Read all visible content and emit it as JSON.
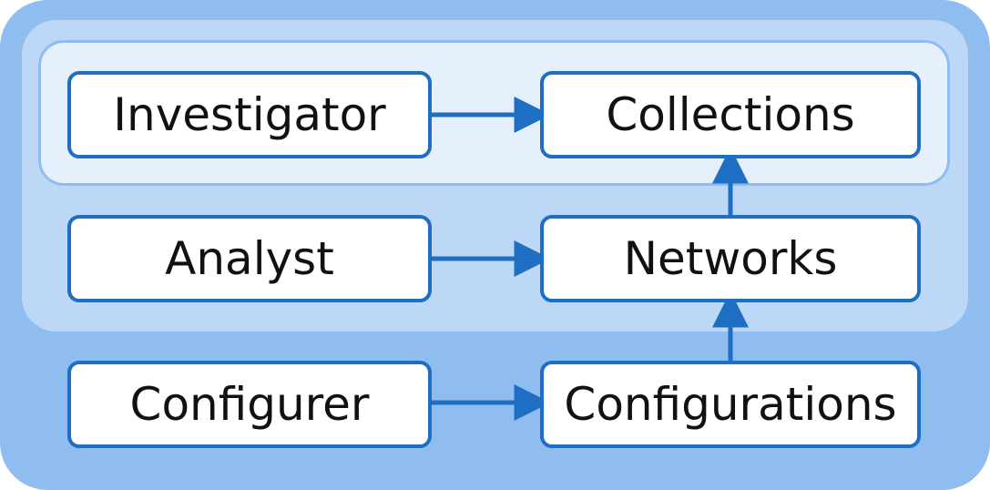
{
  "colors": {
    "outer": "#8fbdf0",
    "middle": "#bcd8f6",
    "inner": "#e6f0fc",
    "inner_border": "#8fbdf0",
    "node_border": "#1e6fc4",
    "arrow": "#1e6fc4"
  },
  "nodes": {
    "investigator": "Investigator",
    "collections": "Collections",
    "analyst": "Analyst",
    "networks": "Networks",
    "configurer": "Configurer",
    "configurations": "Configurations"
  },
  "edges": [
    {
      "from": "investigator",
      "to": "collections"
    },
    {
      "from": "analyst",
      "to": "networks"
    },
    {
      "from": "configurer",
      "to": "configurations"
    },
    {
      "from": "networks",
      "to": "collections"
    },
    {
      "from": "configurations",
      "to": "networks"
    }
  ]
}
